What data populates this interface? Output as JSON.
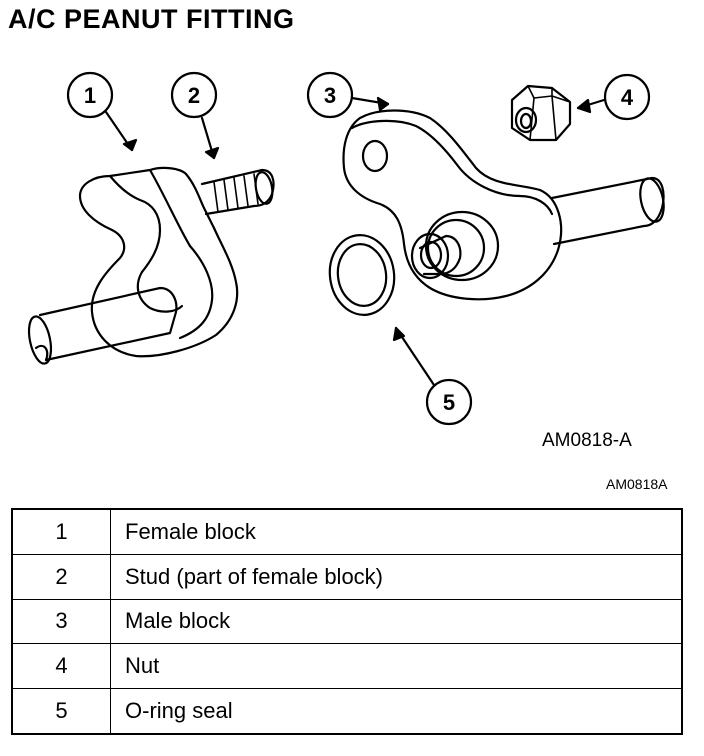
{
  "title": "A/C PEANUT FITTING",
  "figure_ids": [
    "AM0818-A",
    "AM0818A"
  ],
  "callouts": [
    "1",
    "2",
    "3",
    "4",
    "5"
  ],
  "legend": [
    {
      "num": "1",
      "text": "Female block"
    },
    {
      "num": "2",
      "text": "Stud (part of female block)"
    },
    {
      "num": "3",
      "text": "Male block"
    },
    {
      "num": "4",
      "text": "Nut"
    },
    {
      "num": "5",
      "text": "O-ring seal"
    }
  ]
}
